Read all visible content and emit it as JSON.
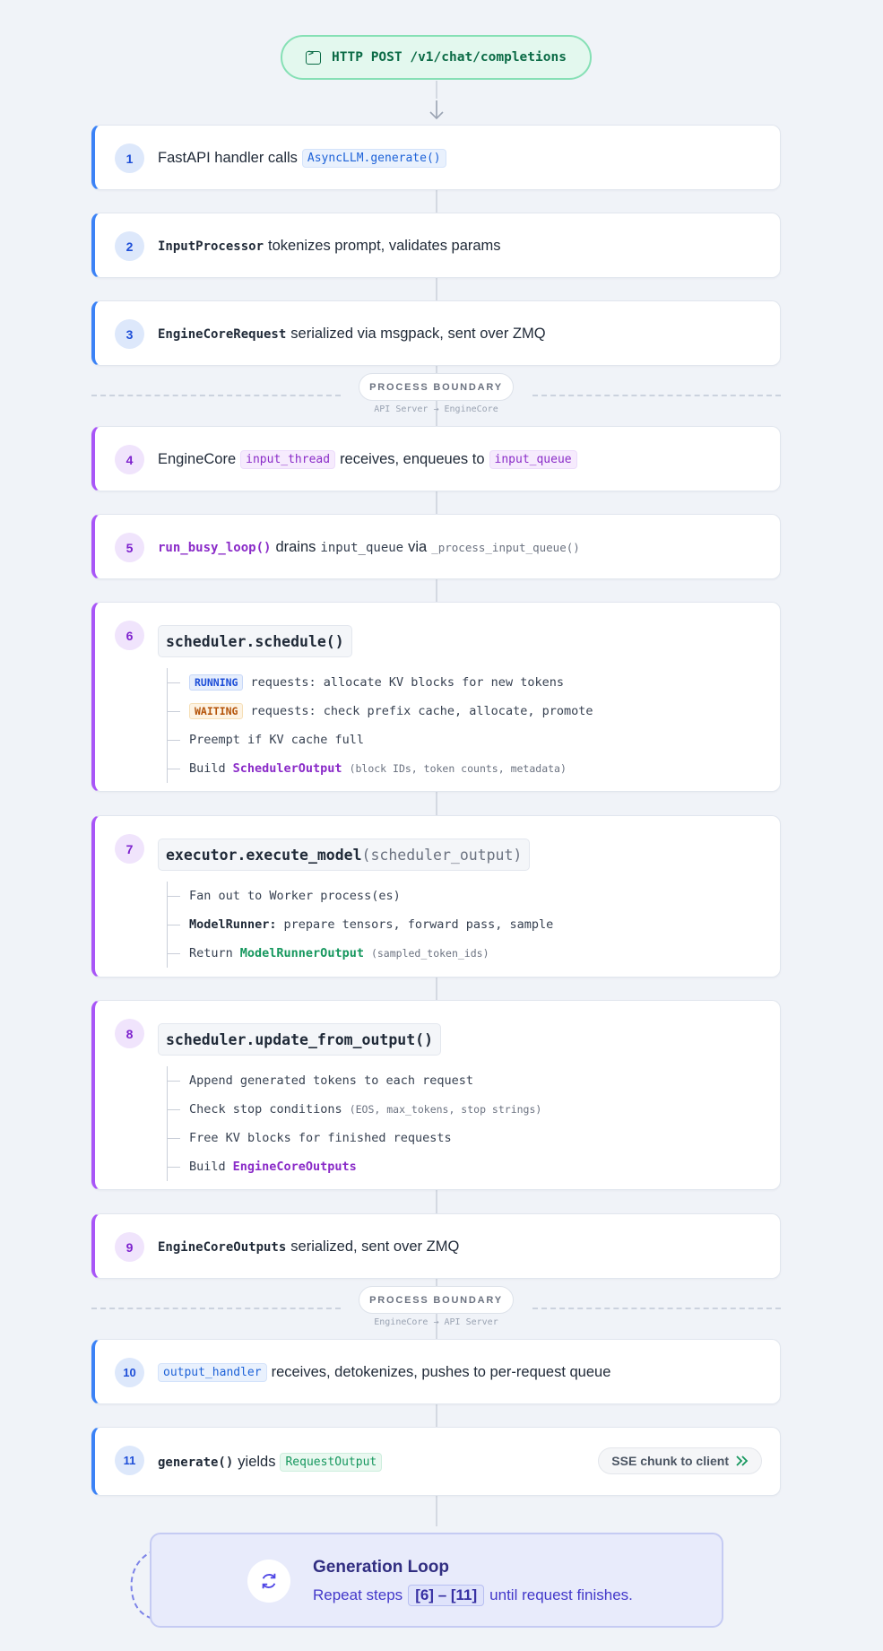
{
  "http": {
    "label": "HTTP POST /v1/chat/completions"
  },
  "steps": [
    {
      "n": "1",
      "text": "FastAPI handler calls",
      "code": "AsyncLLM.generate()"
    },
    {
      "n": "2",
      "code": "InputProcessor",
      "text": "tokenizes prompt, validates params"
    },
    {
      "n": "3",
      "code": "EngineCoreRequest",
      "text": "serialized via msgpack, sent over ZMQ"
    },
    {
      "n": "4",
      "text_a": "EngineCore",
      "code_a": "input_thread",
      "text_b": "receives, enqueues to",
      "code_b": "input_queue"
    },
    {
      "n": "5",
      "code_a": "run_busy_loop()",
      "text_a": "drains",
      "code_b": "input_queue",
      "text_b": "via",
      "code_c": "_process_input_queue()"
    },
    {
      "n": "6",
      "func": "scheduler.schedule()",
      "items": [
        {
          "tag": "RUNNING",
          "text": "requests: allocate KV blocks for new tokens"
        },
        {
          "tag": "WAITING",
          "text": "requests: check prefix cache, allocate, promote"
        },
        {
          "text": "Preempt if KV cache full"
        },
        {
          "text": "Build",
          "strong": "SchedulerOutput",
          "note": "(block IDs, token counts, metadata)"
        }
      ]
    },
    {
      "n": "7",
      "func": "executor.execute_model",
      "args": "(scheduler_output)",
      "items": [
        {
          "text": "Fan out to Worker process(es)"
        },
        {
          "strong": "ModelRunner:",
          "text": "prepare tensors, forward pass, sample"
        },
        {
          "text": "Return",
          "strong": "ModelRunnerOutput",
          "note": "(sampled_token_ids)"
        }
      ]
    },
    {
      "n": "8",
      "func": "scheduler.update_from_output()",
      "items": [
        {
          "text": "Append generated tokens to each request"
        },
        {
          "text": "Check stop conditions",
          "note": "(EOS, max_tokens, stop strings)"
        },
        {
          "text": "Free KV blocks for finished requests"
        },
        {
          "text": "Build",
          "strong": "EngineCoreOutputs"
        }
      ]
    },
    {
      "n": "9",
      "code": "EngineCoreOutputs",
      "text": "serialized, sent over ZMQ"
    },
    {
      "n": "10",
      "code": "output_handler",
      "text": "receives, detokenizes, pushes to per-request queue"
    },
    {
      "n": "11",
      "code": "generate()",
      "text": "yields",
      "chip": "RequestOutput",
      "sse": "SSE chunk to client"
    }
  ],
  "boundaries": [
    {
      "label": "PROCESS BOUNDARY",
      "sub": "API Server → EngineCore"
    },
    {
      "label": "PROCESS BOUNDARY",
      "sub": "EngineCore → API Server"
    }
  ],
  "loop": {
    "title": "Generation Loop",
    "pre": "Repeat steps",
    "range": "[6] – [11]",
    "post": "until request finishes."
  },
  "colors": {
    "api_accent": "#3b82f6",
    "engine_accent": "#a855f7",
    "http_green": "#0b6b46",
    "loop_indigo": "#4338ca"
  }
}
